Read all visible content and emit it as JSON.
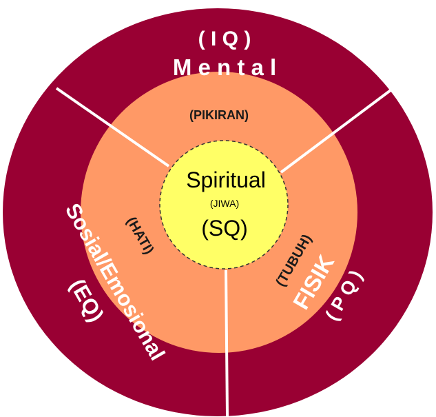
{
  "colors": {
    "outer_ring": "#990033",
    "middle_ring": "#FF9966",
    "center": "#FFFF66",
    "divider": "#FFFFFF",
    "center_border": "#333333"
  },
  "outer": {
    "mental_code": "( I Q )",
    "mental_label": "M e n t a l",
    "social_label": "Sosial/Emosional",
    "social_code": "(EQ)",
    "physical_label": "FISIK",
    "physical_code": "( P Q )"
  },
  "middle": {
    "mind": "(PIKIRAN)",
    "heart": "(HATI)",
    "body": "(TUBUH)"
  },
  "center": {
    "title": "Spiritual",
    "subtitle": "(JIWA)",
    "code": "(SQ)"
  }
}
